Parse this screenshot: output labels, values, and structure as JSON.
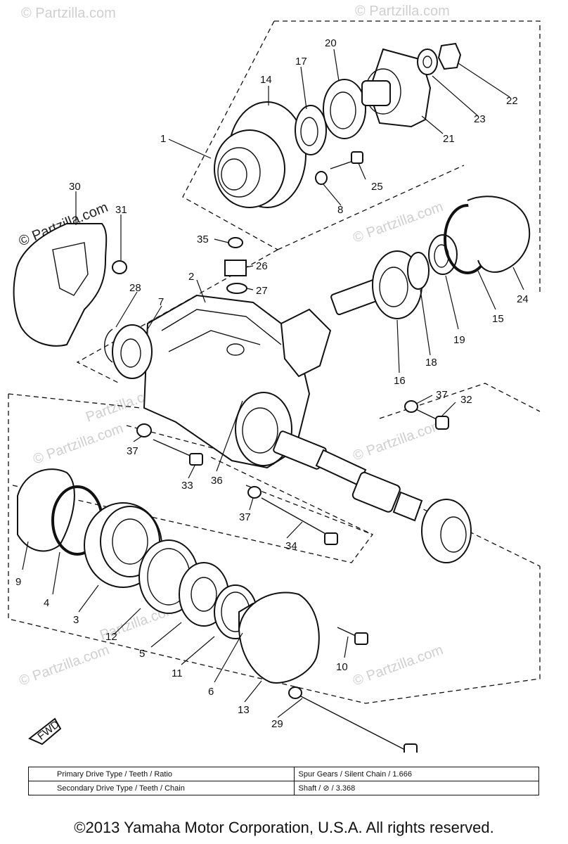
{
  "watermark": "© Partzilla.com",
  "watermark_short": "Partzilla.com",
  "fwd_label": "FWD",
  "callouts": [
    "1",
    "2",
    "3",
    "4",
    "5",
    "6",
    "7",
    "8",
    "9",
    "10",
    "11",
    "12",
    "13",
    "14",
    "15",
    "16",
    "17",
    "18",
    "19",
    "20",
    "21",
    "22",
    "23",
    "24",
    "25",
    "26",
    "27",
    "28",
    "29",
    "30",
    "31",
    "32",
    "33",
    "34",
    "35",
    "36",
    "37",
    "37",
    "37"
  ],
  "spec_table": [
    {
      "label": "Primary Drive Type / Teeth / Ratio",
      "value": "Spur Gears / Silent Chain / 1.666"
    },
    {
      "label": "Secondary Drive Type / Teeth / Chain",
      "value": "Shaft / ⊘ / 3.368"
    }
  ],
  "copyright": "©2013  Yamaha Motor Corporation, U.S.A. All rights reserved."
}
